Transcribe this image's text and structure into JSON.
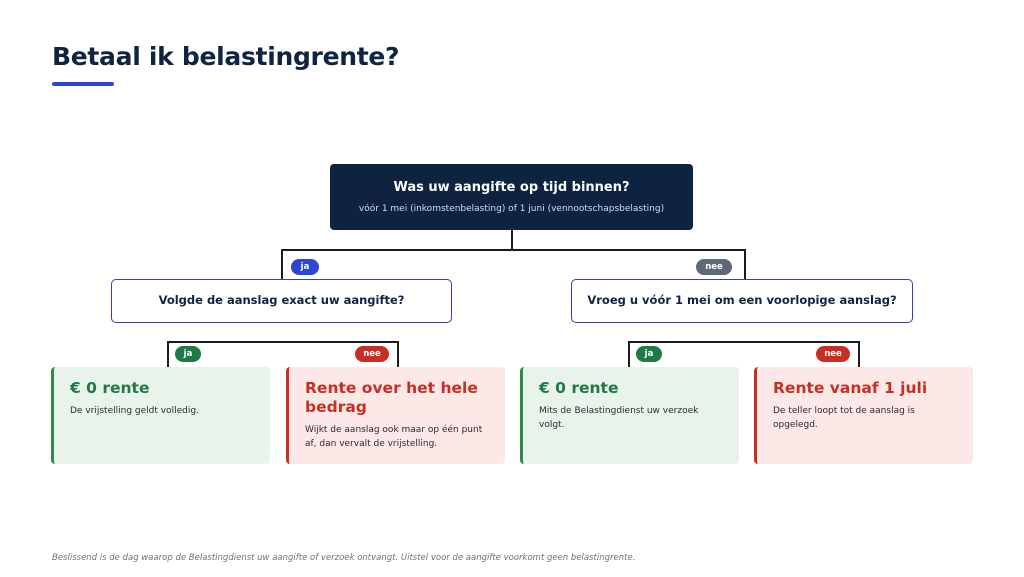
{
  "title": "Betaal ik belastingrente?",
  "root": {
    "question": "Was uw aangifte op tijd binnen?",
    "subtitle": "vóór 1 mei (inkomstenbelasting) of 1 juni (vennootschapsbelasting)"
  },
  "branches": {
    "left_badge": "ja",
    "right_badge": "nee"
  },
  "left_question": {
    "text": "Volgde de aanslag exact uw aangifte?",
    "yes_badge": "ja",
    "no_badge": "nee"
  },
  "right_question": {
    "text": "Vroeg u vóór 1 mei om een voorlopige aanslag?",
    "yes_badge": "ja",
    "no_badge": "nee"
  },
  "outcomes": [
    {
      "heading": "€ 0 rente",
      "text": "De vrijstelling geldt volledig."
    },
    {
      "heading": "Rente over het hele bedrag",
      "text": "Wijkt de aanslag ook maar op één punt af, dan vervalt de vrijstelling."
    },
    {
      "heading": "€ 0 rente",
      "text": "Mits de Belastingdienst uw verzoek volgt."
    },
    {
      "heading": "Rente vanaf 1 juli",
      "text": "De teller loopt tot de aanslag is opgelegd."
    }
  ],
  "footnote": "Beslissend is de dag waarop de Belastingdienst uw aangifte of verzoek ontvangt. Uitstel voor de aangifte voorkomt geen belastingrente.",
  "colors": {
    "navy": "#0d2340",
    "accent_blue": "#2f46d4",
    "green": "#207a45",
    "red": "#c63024",
    "gray": "#5f6877"
  }
}
